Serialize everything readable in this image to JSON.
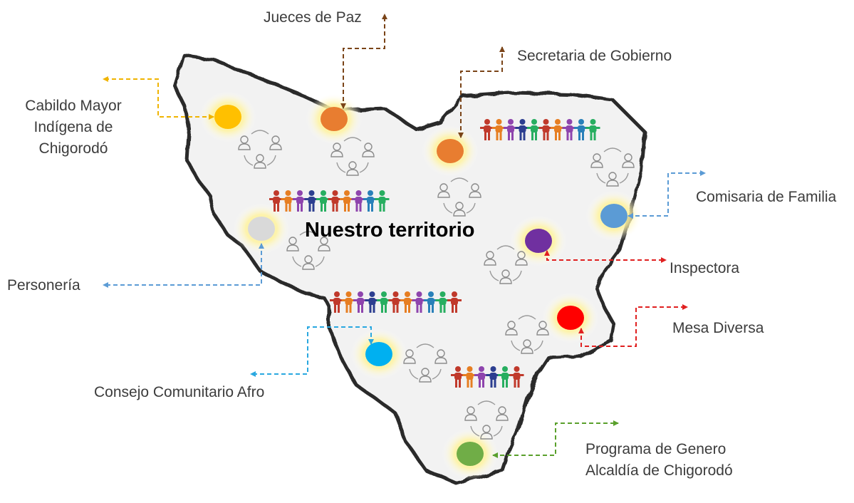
{
  "title": "Nuestro territorio",
  "actors": [
    {
      "id": "jueces",
      "lines": [
        "Jueces de Paz"
      ],
      "color": "#e87d30",
      "arrow": "#7a4418"
    },
    {
      "id": "secretaria",
      "lines": [
        "Secretaria de Gobierno"
      ],
      "color": "#e87d30",
      "arrow": "#7a4418"
    },
    {
      "id": "cabildo",
      "lines": [
        "Cabildo Mayor",
        "Indígena de",
        "Chigorodó"
      ],
      "color": "#ffc000",
      "arrow": "#f0b400"
    },
    {
      "id": "comisaria",
      "lines": [
        "Comisaria de Familia"
      ],
      "color": "#5b9bd5",
      "arrow": "#5b9bd5"
    },
    {
      "id": "inspectora",
      "lines": [
        "Inspectora"
      ],
      "color": "#7030a0",
      "arrow": "#e02020"
    },
    {
      "id": "personeria",
      "lines": [
        "Personería"
      ],
      "color": "#d9d9d9",
      "arrow": "#5b9bd5"
    },
    {
      "id": "mesa",
      "lines": [
        "Mesa Diversa"
      ],
      "color": "#ff0000",
      "arrow": "#e02020"
    },
    {
      "id": "consejo",
      "lines": [
        "Consejo Comunitario Afro"
      ],
      "color": "#00b0f0",
      "arrow": "#2aa8e0"
    },
    {
      "id": "programa",
      "lines": [
        "Programa de Genero",
        "Alcaldía de Chigorodó"
      ],
      "color": "#70ad47",
      "arrow": "#5aa02c"
    }
  ],
  "people_colors": [
    "#c0392b",
    "#e67e22",
    "#8e44ad",
    "#2c3e90",
    "#27ae60",
    "#c0392b",
    "#e67e22",
    "#8e44ad",
    "#2980b9",
    "#27ae60"
  ]
}
